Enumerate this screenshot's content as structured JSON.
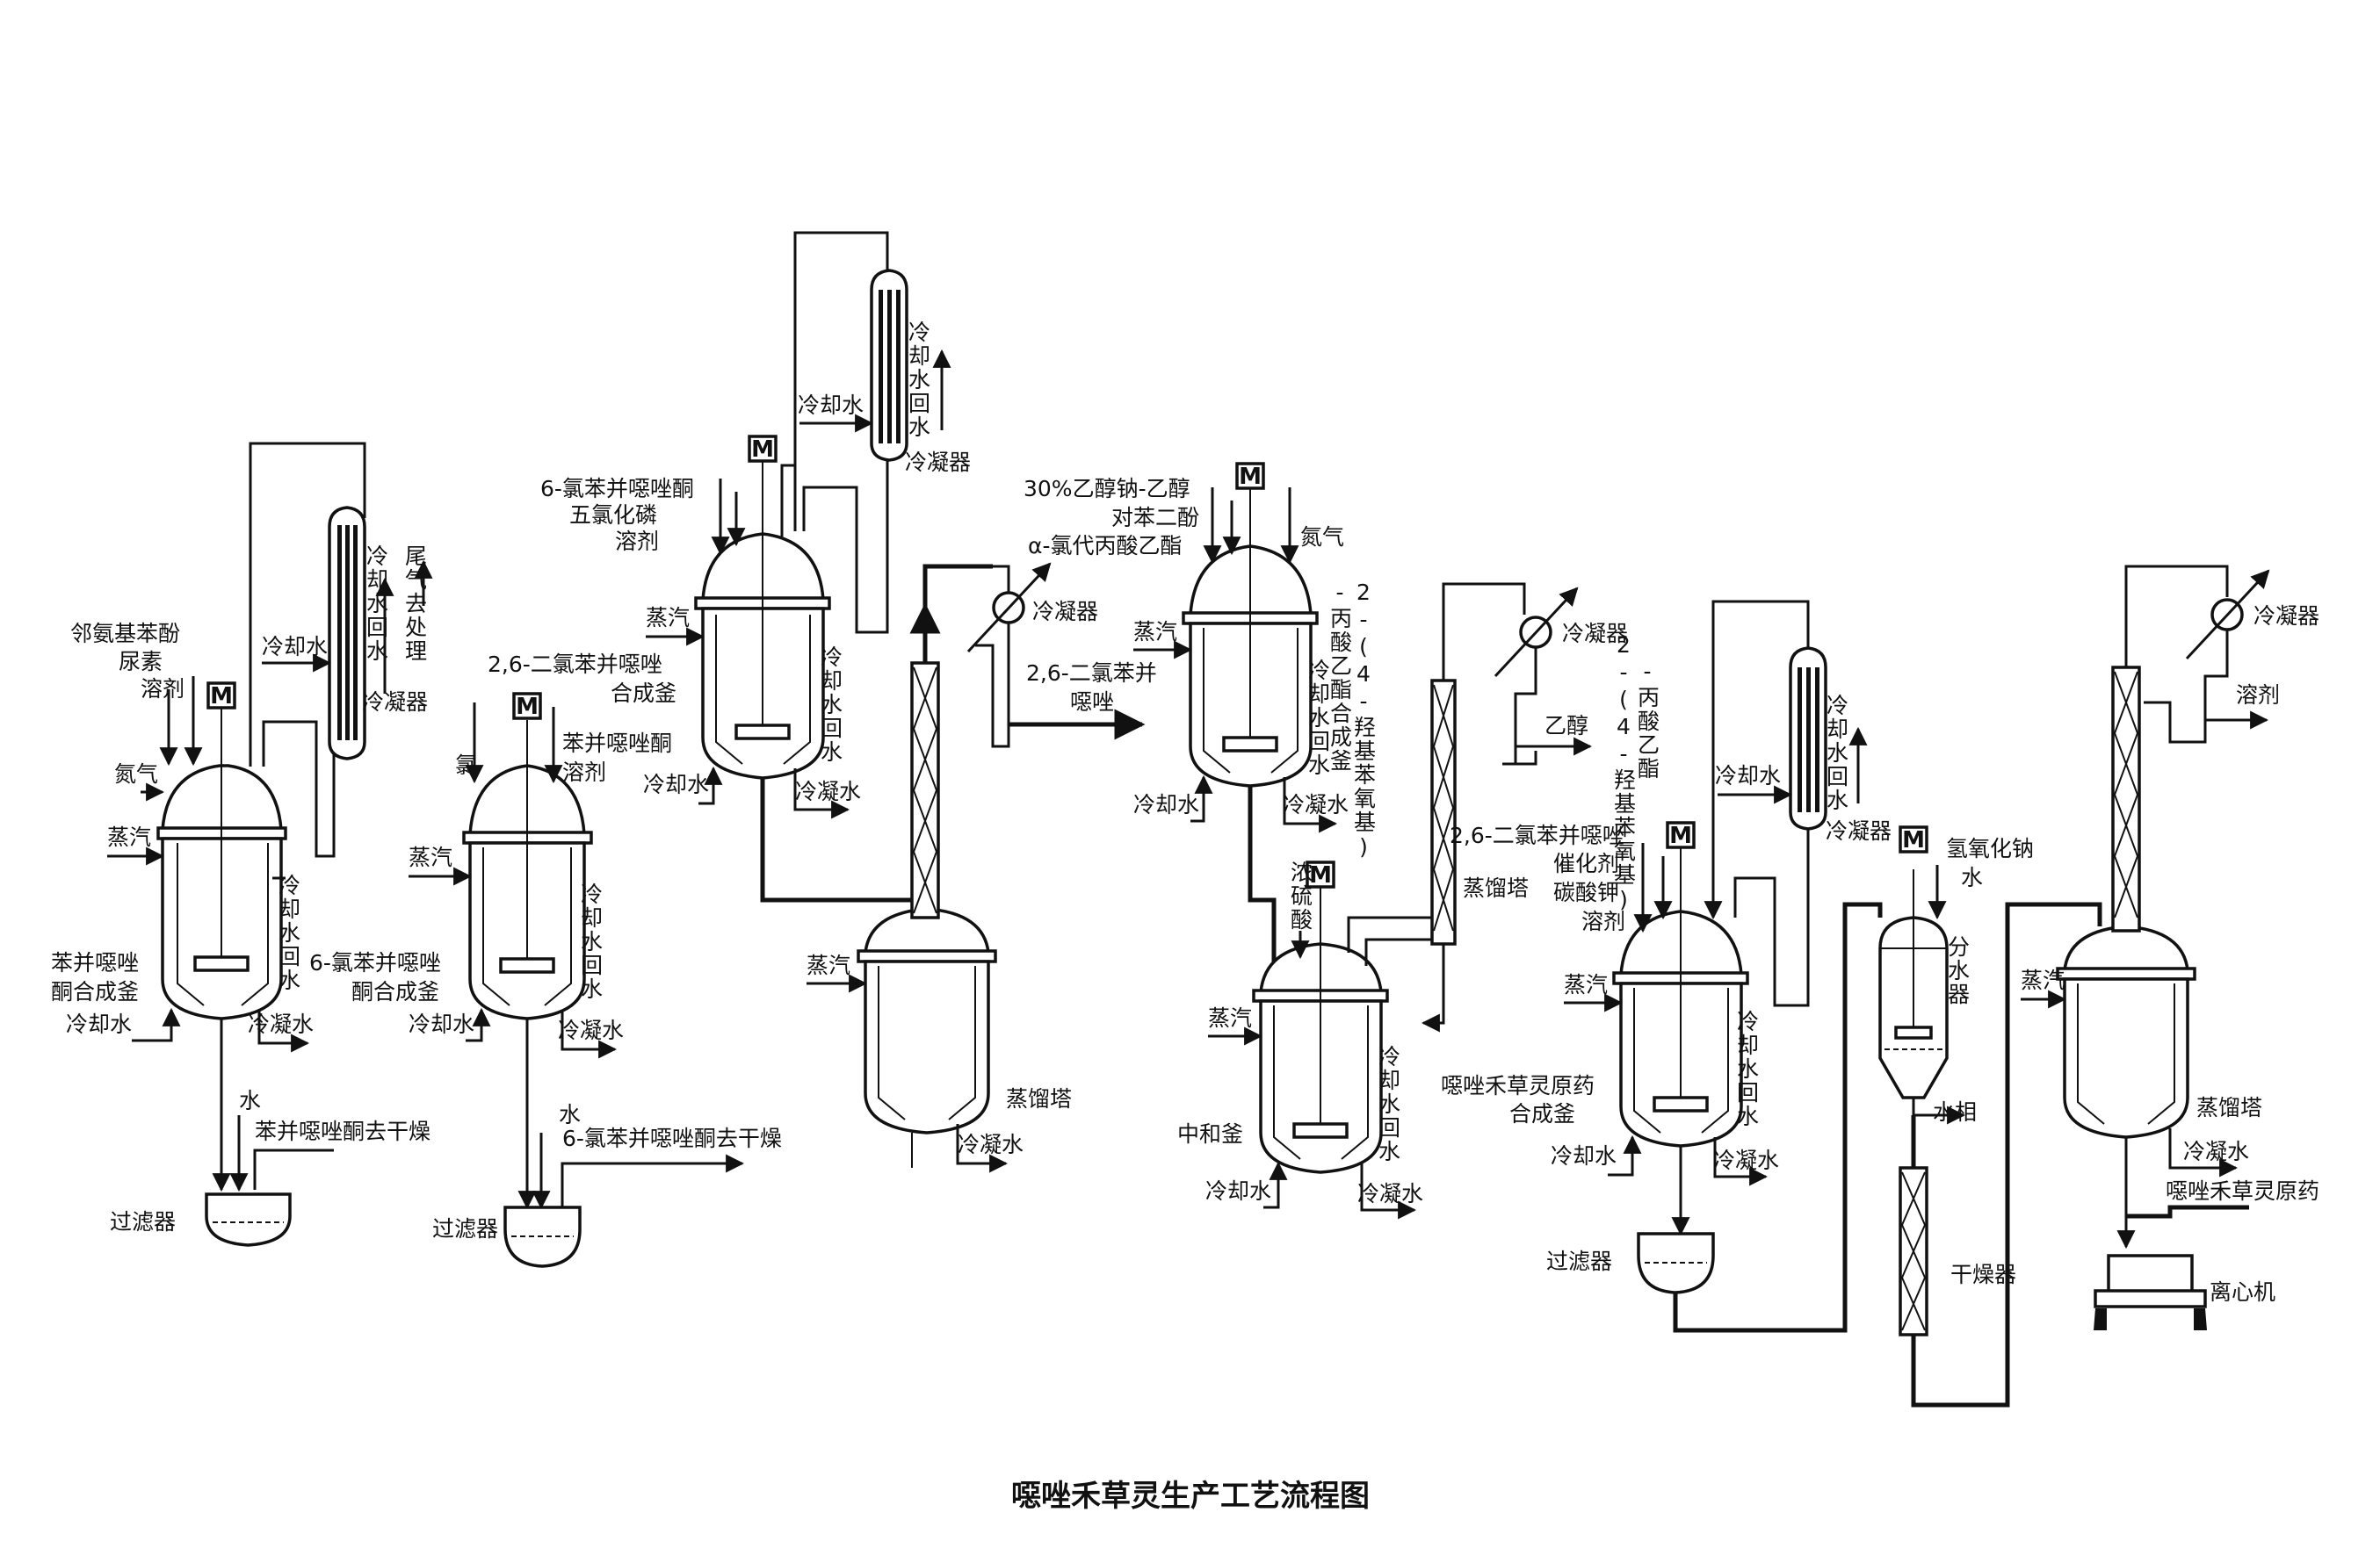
{
  "title": "噁唑禾草灵生产工艺流程图",
  "motor": "M",
  "unit1": {
    "feeds": [
      "邻氨基苯酚",
      "尿素",
      "溶剂"
    ],
    "nitrogen": "氮气",
    "steam": "蒸汽",
    "vessel": [
      "苯并噁唑",
      "酮合成釜"
    ],
    "cooling_water": "冷却水",
    "cooling_return": "冷却水回水",
    "condensate": "冷凝水",
    "condenser": "冷凝器",
    "condenser_cw": "冷却水",
    "condenser_cw_return": "冷却水回水",
    "tail_gas": "尾气去处理",
    "water": "水",
    "product": "苯并噁唑酮去干燥",
    "filter": "过滤器"
  },
  "unit2": {
    "chlorine": "氯",
    "feeds": [
      "苯并噁唑酮",
      "溶剂"
    ],
    "steam": "蒸汽",
    "vessel": [
      "6-氯苯并噁唑",
      "酮合成釜"
    ],
    "cooling_water": "冷却水",
    "cooling_return": "冷却水回水",
    "condensate": "冷凝水",
    "water": "水",
    "product": "6-氯苯并噁唑酮去干燥",
    "filter": "过滤器"
  },
  "unit3": {
    "feeds": [
      "6-氯苯并噁唑酮",
      "五氯化磷",
      "溶剂"
    ],
    "steam": "蒸汽",
    "vessel": [
      "2,6-二氯苯并噁唑",
      "合成釜"
    ],
    "cooling_water": "冷却水",
    "cooling_return": "冷却水回水",
    "condensate": "冷凝水",
    "condenser": "冷凝器",
    "condenser_cw": "冷却水",
    "condenser_cw_return": "冷却水回水",
    "column_steam": "蒸汽",
    "column": "蒸馏塔",
    "column_condensate": "冷凝水",
    "column_condenser": "冷凝器",
    "product": [
      "2,6-二氯苯并",
      "噁唑"
    ]
  },
  "unit4": {
    "feeds": [
      "30%乙醇钠-乙醇",
      "对苯二酚",
      "α-氯代丙酸乙酯"
    ],
    "nitrogen": "氮气",
    "steam": "蒸汽",
    "vessel_vertical": [
      "-丙酸乙酯合成釜",
      "2-(4-羟基苯氧基)"
    ],
    "cooling_water": "冷却水",
    "cooling_return": "冷却水回水",
    "condensate": "冷凝水",
    "acid": "浓硫酸",
    "neutralizer_steam": "蒸汽",
    "neutralizer": "中和釜",
    "neutralizer_cooling_water": "冷却水",
    "neutralizer_cooling_return": "冷却水回水",
    "neutralizer_condensate": "冷凝水",
    "column": "蒸馏塔",
    "condenser": "冷凝器",
    "ethanol": "乙醇"
  },
  "unit5": {
    "feeds": [
      "2,6-二氯苯并噁唑",
      "催化剂",
      "碳酸钾",
      "溶剂"
    ],
    "ester_vertical": [
      "2-(4-羟基苯氧基)",
      "-丙酸乙酯"
    ],
    "steam": "蒸汽",
    "vessel": [
      "噁唑禾草灵原药",
      "合成釜"
    ],
    "cooling_water": "冷却水",
    "cooling_return": "冷却水回水",
    "condensate": "冷凝水",
    "condenser": "冷凝器",
    "condenser_cw": "冷却水",
    "condenser_cw_return": "冷却水回水",
    "filter": "过滤器",
    "separator_feeds": [
      "氢氧化钠",
      "水"
    ],
    "separator": "分水器",
    "water_phase": "水相",
    "dryer": "干燥器",
    "column_steam": "蒸汽",
    "column": "蒸馏塔",
    "column_condensate": "冷凝水",
    "column_condenser": "冷凝器",
    "solvent": "溶剂",
    "product": "噁唑禾草灵原药",
    "centrifuge": "离心机"
  }
}
